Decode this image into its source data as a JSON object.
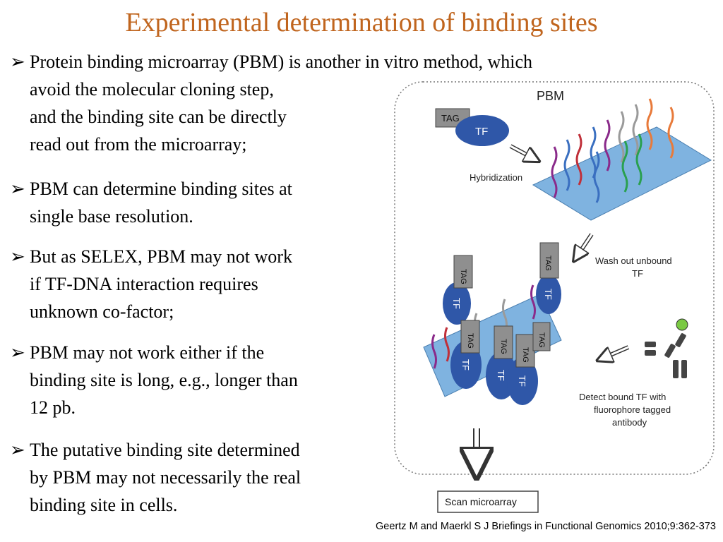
{
  "slide": {
    "title": "Experimental determination of binding sites",
    "bullet_marker": "➢",
    "bullets": [
      {
        "lines": [
          "Protein binding microarray (PBM) is another in vitro method, which",
          " avoid the molecular cloning step,",
          "and the binding site can be directly",
          "read out from the microarray;"
        ]
      },
      {
        "lines": [
          "PBM can determine binding sites at",
          "single base resolution."
        ]
      },
      {
        "lines": [
          " But as SELEX, PBM may not work",
          "if TF-DNA interaction requires",
          "unknown co-factor;"
        ]
      },
      {
        "lines": [
          " PBM may not work either if the",
          "binding site is long, e.g., longer than",
          "12 pb."
        ]
      },
      {
        "lines": [
          "The putative binding site determined",
          "by PBM may not necessarily the real",
          "binding site in cells."
        ]
      }
    ],
    "citation": "Geertz M and Maerkl S J Briefings in Functional Genomics 2010;9:362-373"
  },
  "figure": {
    "heading": "PBM",
    "tag_label": "TAG",
    "tf_label": "TF",
    "step_hybridization": "Hybridization",
    "step_wash": [
      "Wash out unbound",
      "TF"
    ],
    "step_detect": [
      "Detect bound TF with",
      "fluorophore tagged",
      "antibody"
    ],
    "step_scan": "Scan microarray",
    "colors": {
      "slide_surface": "#7fb3e0",
      "tf_protein": "#2f57a8",
      "tag_box": "#8f8f8f",
      "dna_strands": [
        "#8a2a8a",
        "#c0303a",
        "#3a6fc0",
        "#e87a3a",
        "#2aa050",
        "#9a9a9a"
      ],
      "fluorophore": "#7ac943"
    }
  }
}
